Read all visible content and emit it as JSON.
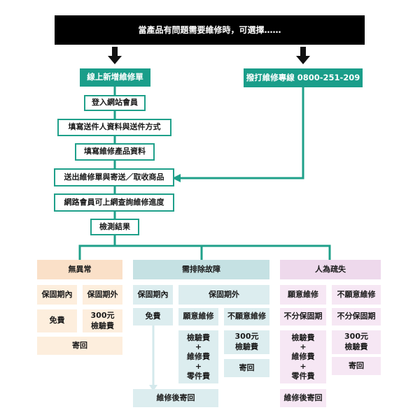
{
  "header": {
    "title": "當產品有問題需要維修時，可選擇……"
  },
  "online": {
    "title": "線上新增維修單",
    "steps": [
      "登入網站會員",
      "填寫送件人資料與送件方式",
      "填寫維修產品資料",
      "送出維修單與寄送／取收商品",
      "網路會員可上網查詢維修進度",
      "檢測結果"
    ]
  },
  "phone": {
    "title": "撥打維修專線 0800-251-209"
  },
  "no_fault": {
    "title": "無異常",
    "in_warranty": "保固期內",
    "out_warranty": "保固期外",
    "free": "免費",
    "fee_line1": "300元",
    "fee_line2": "檢驗費",
    "return": "寄回"
  },
  "fault": {
    "title": "需排除故障",
    "in_warranty": "保固期內",
    "out_warranty": "保固期外",
    "free": "免費",
    "willing": "願意維修",
    "unwilling": "不願意維修",
    "cost_line1": "檢驗費",
    "plus": "+",
    "cost_line2": "維修費",
    "cost_line3": "零件費",
    "fee_line1": "300元",
    "fee_line2": "檢驗費",
    "return": "寄回",
    "repair_return": "維修後寄回"
  },
  "human": {
    "title": "人為疏失",
    "willing": "願意維修",
    "unwilling": "不願意維修",
    "any_warranty": "不分保固期",
    "any_warranty2": "不分保固期",
    "cost_line1": "檢驗費",
    "plus": "+",
    "cost_line2": "維修費",
    "cost_line3": "零件費",
    "fee_line1": "300元",
    "fee_line2": "檢驗費",
    "return": "寄回",
    "repair_return": "維修後寄回"
  },
  "colors": {
    "teal": "#1a9e8a",
    "black": "#000000",
    "peach": "#fae0c8",
    "blue": "#c5e1e3",
    "purple": "#eed9ec"
  }
}
